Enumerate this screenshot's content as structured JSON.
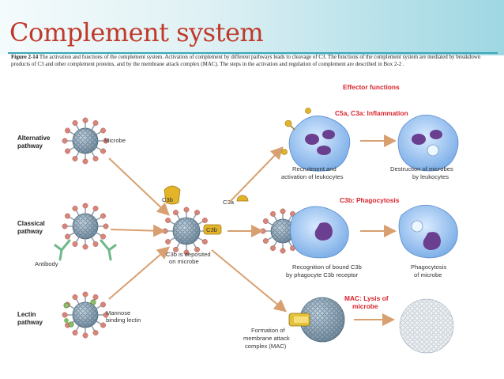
{
  "slide": {
    "title": "Complement system"
  },
  "caption": {
    "figure_no": "Figure 2-14",
    "text": "The activation and functions of the complement system. Activation of complement by different pathways leads to cleavage of C3. The functions of the complement system are mediated by breakdown products of C3 and other complement proteins, and by the membrane attack complex (MAC). The steps in the activation and regulation of complement are described in Box 2-2 ."
  },
  "pathways": {
    "alternative_line1": "Alternative",
    "alternative_line2": "pathway",
    "classical_line1": "Classical",
    "classical_line2": "pathway",
    "lectin_line1": "Lectin",
    "lectin_line2": "pathway"
  },
  "labels": {
    "microbe": "Microbe",
    "antibody": "Antibody",
    "mannose_line1": "Mannose",
    "mannose_line2": "binding lectin",
    "c3a": "C3a",
    "c3b_top": "C3b",
    "c3b_side": "C3b",
    "deposited_line1": "C3b is deposited",
    "deposited_line2": "on microbe",
    "effector_title": "Effector functions",
    "inflammation_title": "C5a, C3a: Inflammation",
    "recruitment_line1": "Recruitment and",
    "recruitment_line2": "activation of leukocytes",
    "destruction_line1": "Destruction of microbes",
    "destruction_line2": "by leukocytes",
    "phagocytosis_title": "C3b: Phagocytosis",
    "recognition_line1": "Recognition of bound C3b",
    "recognition_line2": "by phagocyte C3b receptor",
    "phago_line1": "Phagocytosis",
    "phago_line2": "of microbe",
    "mac_line1": "MAC: Lysis of",
    "mac_line2": "microbe",
    "formation_line1": "Formation of",
    "formation_line2": "membrane attack",
    "formation_line3": "complex (MAC)"
  },
  "colors": {
    "title": "#c0392b",
    "accent_red": "#d9232b",
    "arrow": "#d8a070",
    "microbe_body": "#8fa6b8",
    "spike": "#d8857a",
    "leukocyte": "#9ec3ef",
    "nucleus": "#6b3f8f"
  }
}
